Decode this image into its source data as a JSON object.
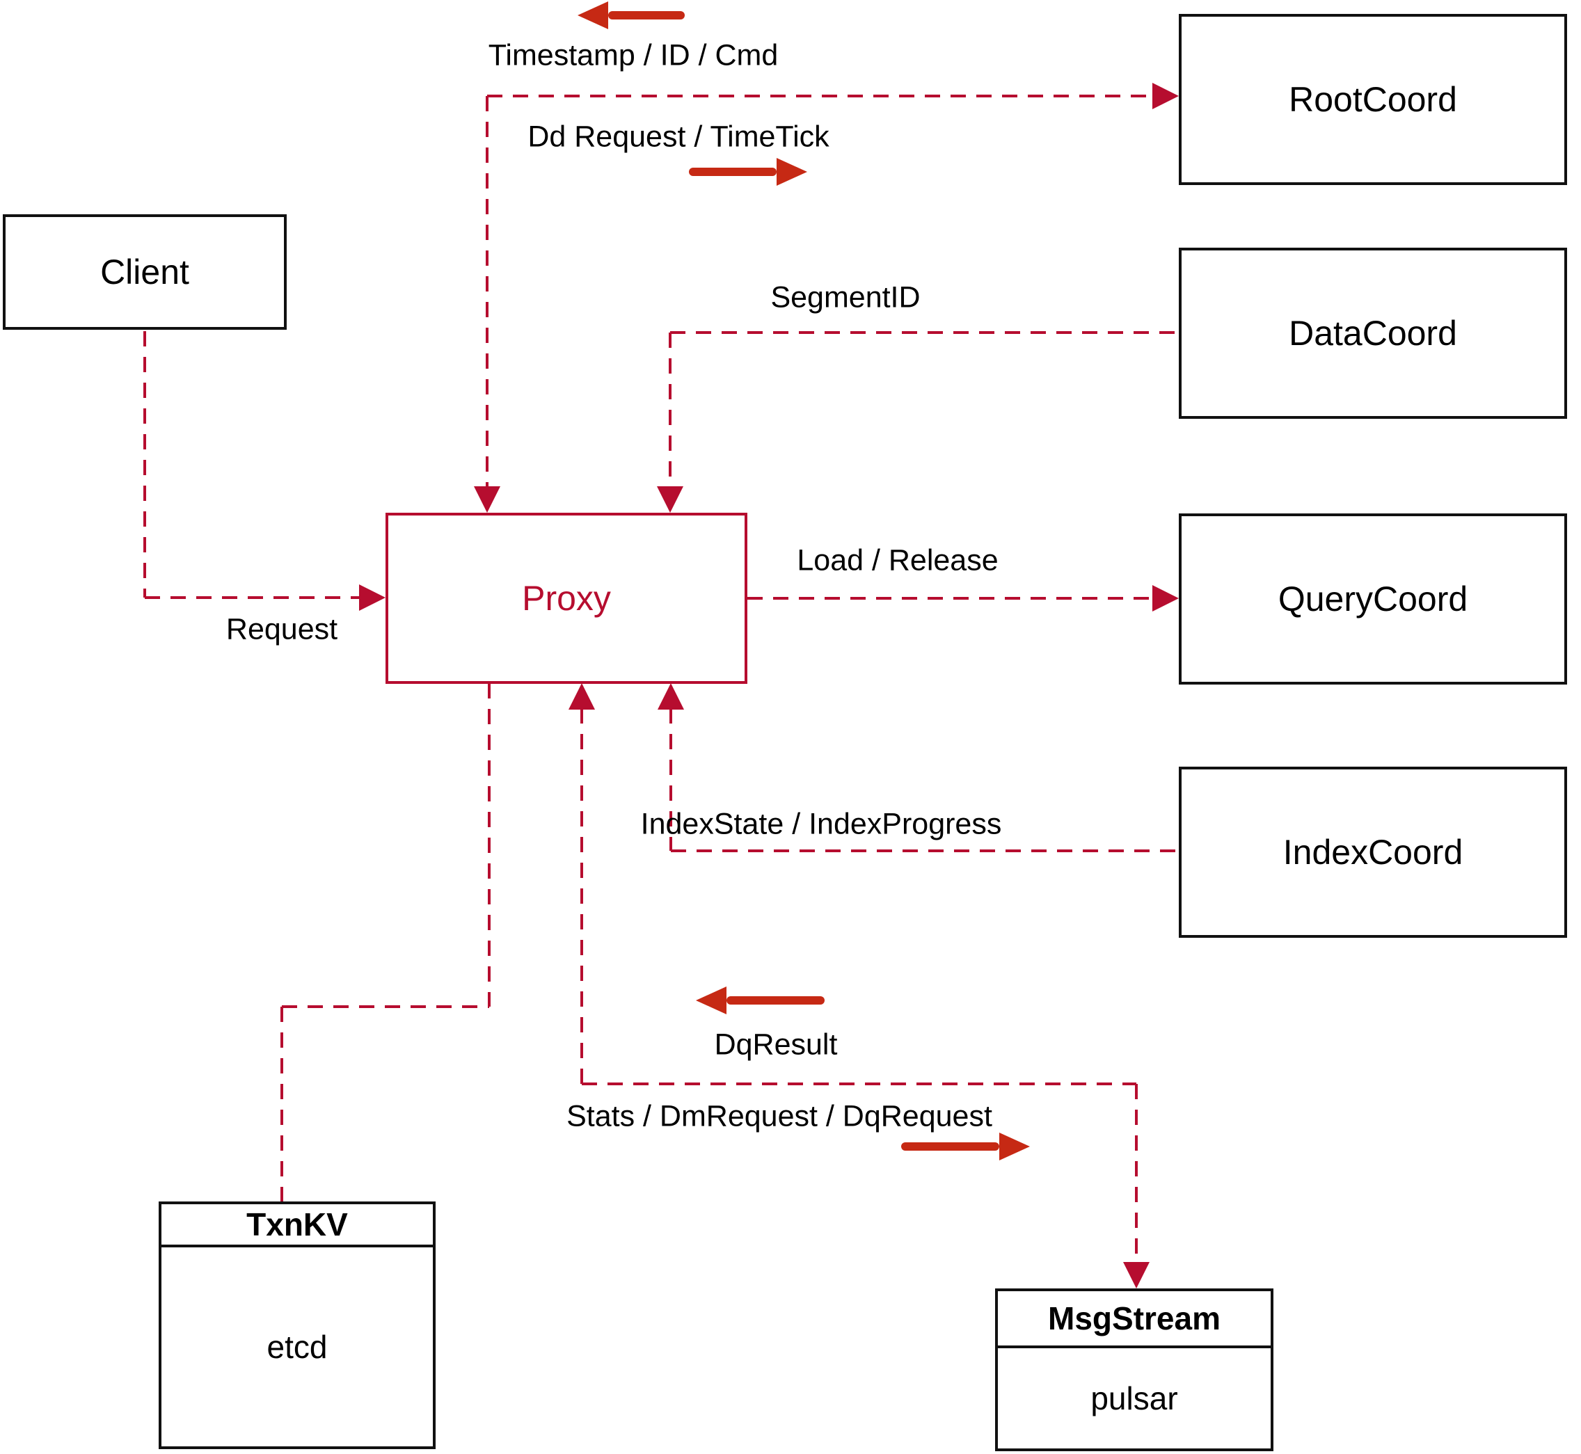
{
  "diagram": {
    "nodes": {
      "client": {
        "label": "Client"
      },
      "proxy": {
        "label": "Proxy"
      },
      "root_coord": {
        "label": "RootCoord"
      },
      "data_coord": {
        "label": "DataCoord"
      },
      "query_coord": {
        "label": "QueryCoord"
      },
      "index_coord": {
        "label": "IndexCoord"
      },
      "txn_kv": {
        "title": "TxnKV",
        "subtitle": "etcd"
      },
      "msg_stream": {
        "title": "MsgStream",
        "subtitle": "pulsar"
      }
    },
    "edge_labels": {
      "timestamp": "Timestamp / ID / Cmd",
      "dd_request": "Dd Request / TimeTick",
      "segment_id": "SegmentID",
      "load_release": "Load / Release",
      "index_state": "IndexState / IndexProgress",
      "request": "Request",
      "dq_result": "DqResult",
      "stats": "Stats / DmRequest / DqRequest"
    },
    "colors": {
      "line": "#b60d2f",
      "arrow": "#c62914",
      "box_border": "#111111",
      "proxy_accent": "#b60d2f",
      "text": "#000000"
    }
  }
}
